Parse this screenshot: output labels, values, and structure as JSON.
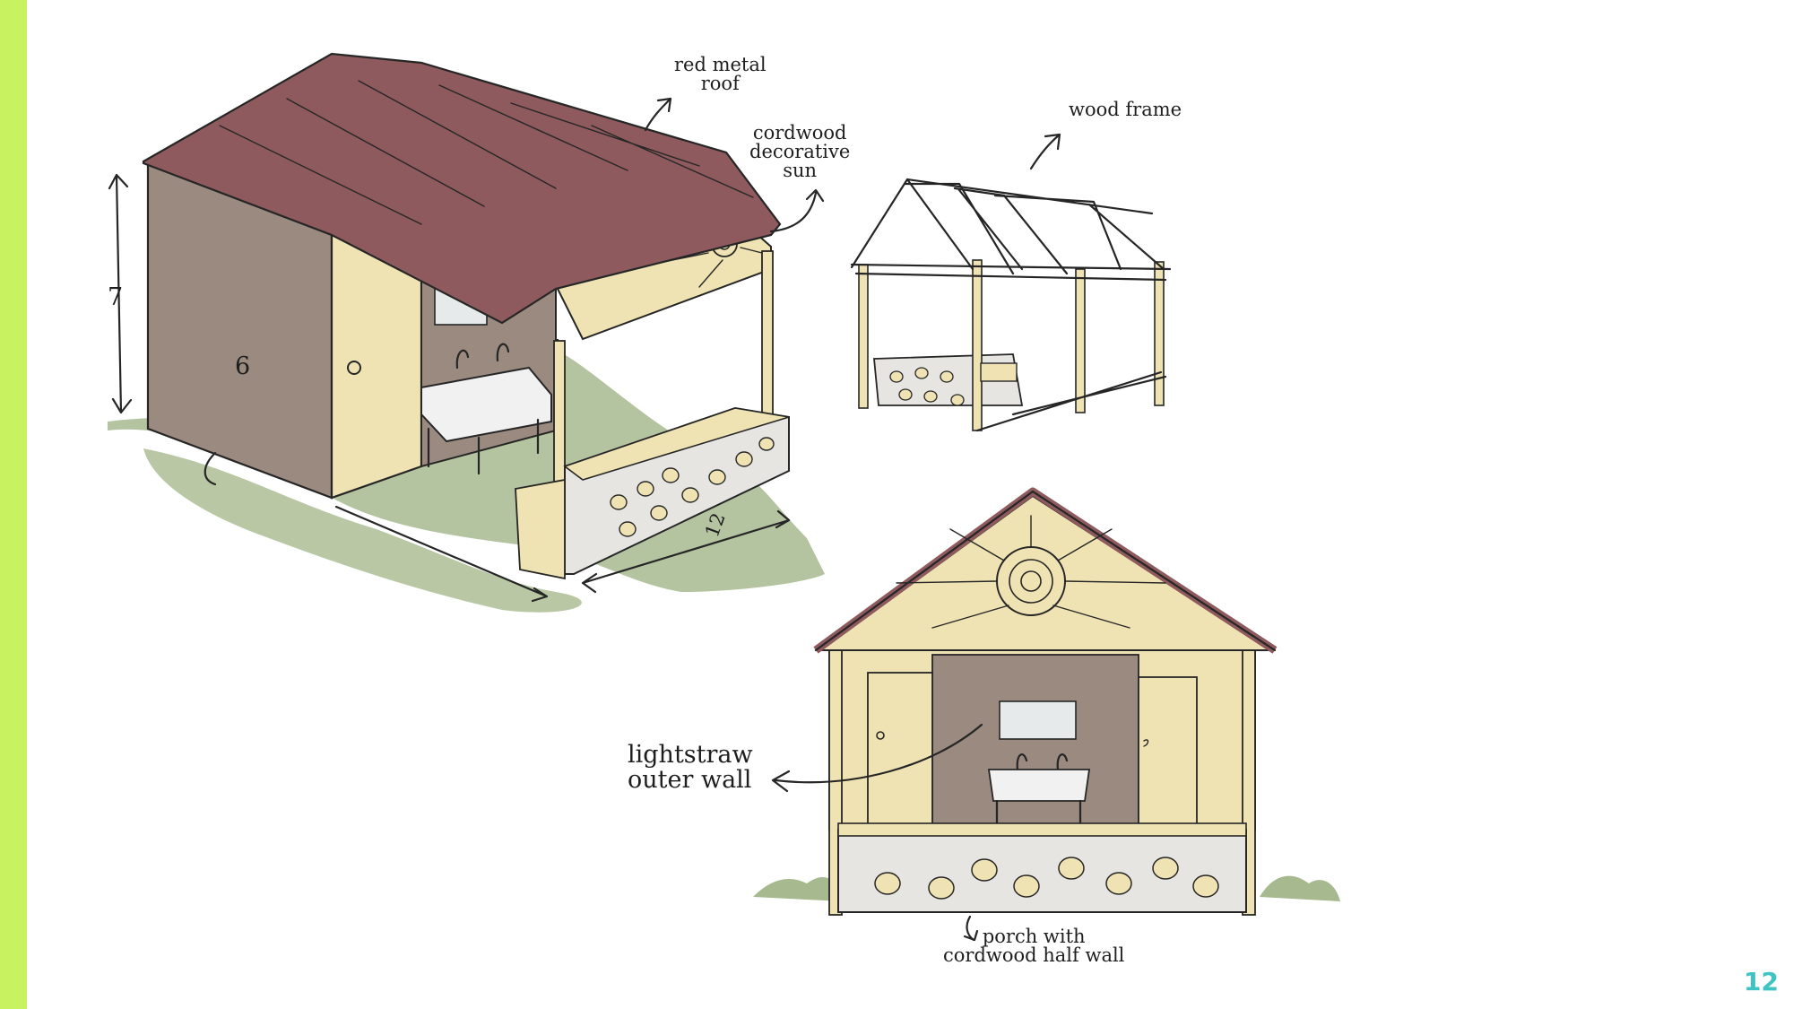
{
  "labels": {
    "red_metal_roof": "red metal\nroof",
    "cordwood_sun": "cordwood\ndecorative\nsun",
    "wood_frame": "wood frame",
    "lightstraw_wall": "lightstraw\nouter wall",
    "porch_wall": "porch with\ncordwood half wall"
  },
  "dimensions": {
    "height": "7",
    "width": "6",
    "depth": "12"
  },
  "page_number": "12",
  "colors": {
    "accent_bar": "#c8f25f",
    "roof": "#8e5a5e",
    "wall_brown": "#9a8a80",
    "lightstraw": "#efe3b3",
    "grass": "#a7b98f",
    "page_number": "#3fc3c3"
  }
}
